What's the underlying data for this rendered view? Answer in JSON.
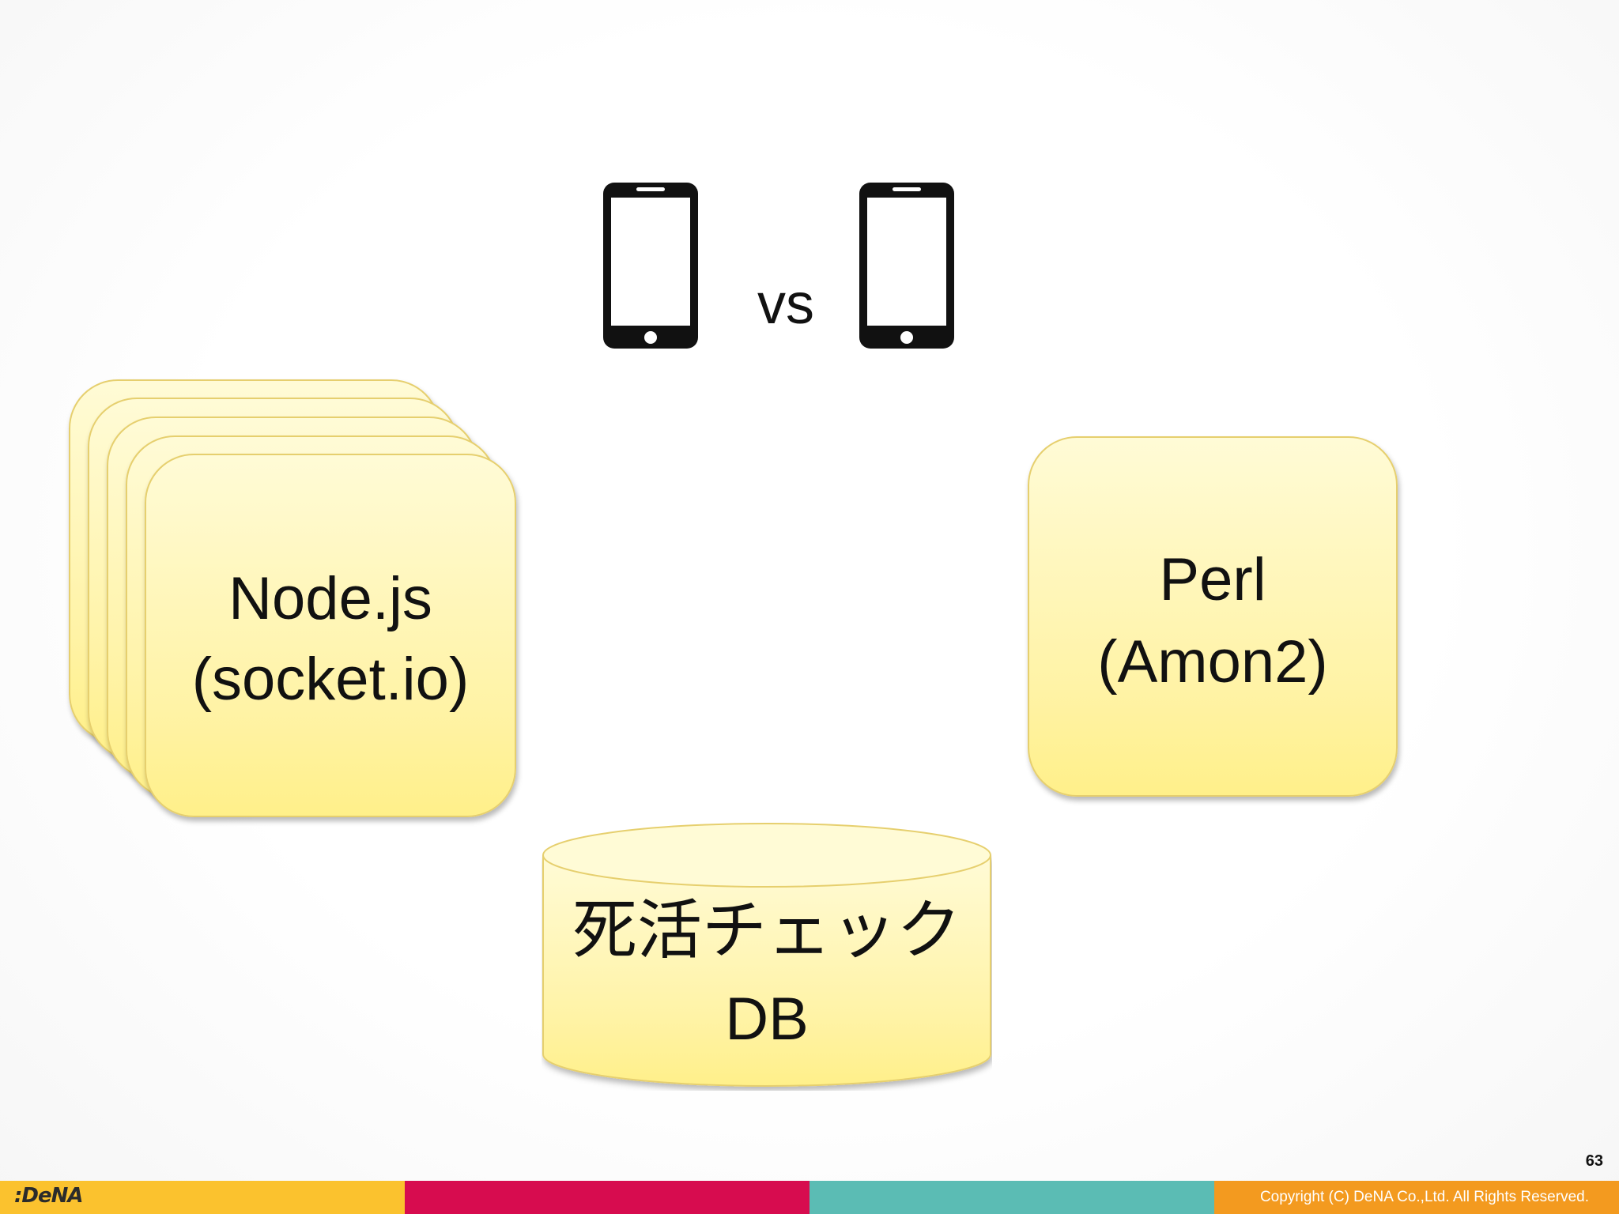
{
  "diagram": {
    "vs_label": "vs",
    "node_box": {
      "line1": "Node.js",
      "line2": "(socket.io)"
    },
    "perl_box": {
      "line1": "Perl",
      "line2": "(Amon2)"
    },
    "db": {
      "line1": "死活チェック",
      "line2": "DB"
    }
  },
  "footer": {
    "logo": ":DeNA",
    "page_number": "63",
    "copyright": "Copyright (C) DeNA Co.,Ltd. All Rights Reserved.",
    "colors": [
      "#fbc22e",
      "#d70c4f",
      "#5bbcb4",
      "#f39a1f"
    ]
  }
}
